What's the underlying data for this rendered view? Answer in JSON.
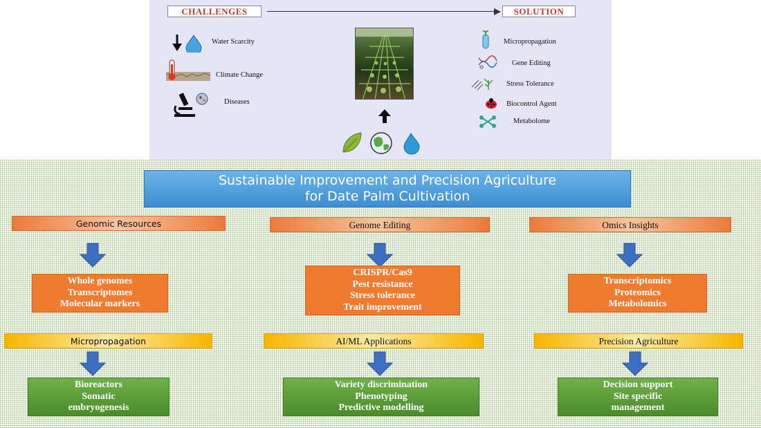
{
  "top": {
    "challenges_label": "CHALLENGES",
    "solution_label": "SOLUTION",
    "challenges": [
      {
        "label": "Water Scarcity",
        "icon": "water-drop-down-icon"
      },
      {
        "label": "Climate Change",
        "icon": "thermometer-icon"
      },
      {
        "label": "Diseases",
        "icon": "microscope-icon"
      }
    ],
    "solutions": [
      {
        "label": "Micropropagation",
        "icon": "test-tube-plant-icon"
      },
      {
        "label": "Gene Editing",
        "icon": "dna-scissors-icon"
      },
      {
        "label": "Stress Tolerance",
        "icon": "plant-stress-icon"
      },
      {
        "label": "Biocontrol Agent",
        "icon": "ladybug-icon"
      },
      {
        "label": "Metabolome",
        "icon": "molecule-icon"
      }
    ]
  },
  "title": {
    "line1": "Sustainable Improvement and Precision Agriculture",
    "line2": "for Date Palm Cultivation"
  },
  "columns": [
    {
      "header": "Genomic Resources",
      "items": [
        "Whole genomes",
        "Transcriptomes",
        "Molecular markers"
      ]
    },
    {
      "header": "Genome Editing",
      "items": [
        "CRISPR/Cas9",
        "Pest resistance",
        "Stress tolerance",
        "Trait improvement"
      ]
    },
    {
      "header": "Omics Insights",
      "items": [
        "Transcriptomics",
        "Proteomics",
        "Metabolomics"
      ]
    }
  ],
  "columns2": [
    {
      "header": "Micropropagation",
      "items": [
        "Bioreactors",
        "Somatic",
        "embryogenesis"
      ]
    },
    {
      "header": "AI/ML Applications",
      "items": [
        "Variety discrimination",
        "Phenotyping",
        "Predictive modelling"
      ]
    },
    {
      "header": "Precision Agriculture",
      "items": [
        "Decision support",
        "Site specific",
        "management"
      ]
    }
  ],
  "colors": {
    "challenge_tag": "#c0392b",
    "title_blue": "#3c8fd0",
    "box_orange": "#ee7b30",
    "box_green": "#5a9c38",
    "arrow_blue": "#3d6fc2"
  }
}
